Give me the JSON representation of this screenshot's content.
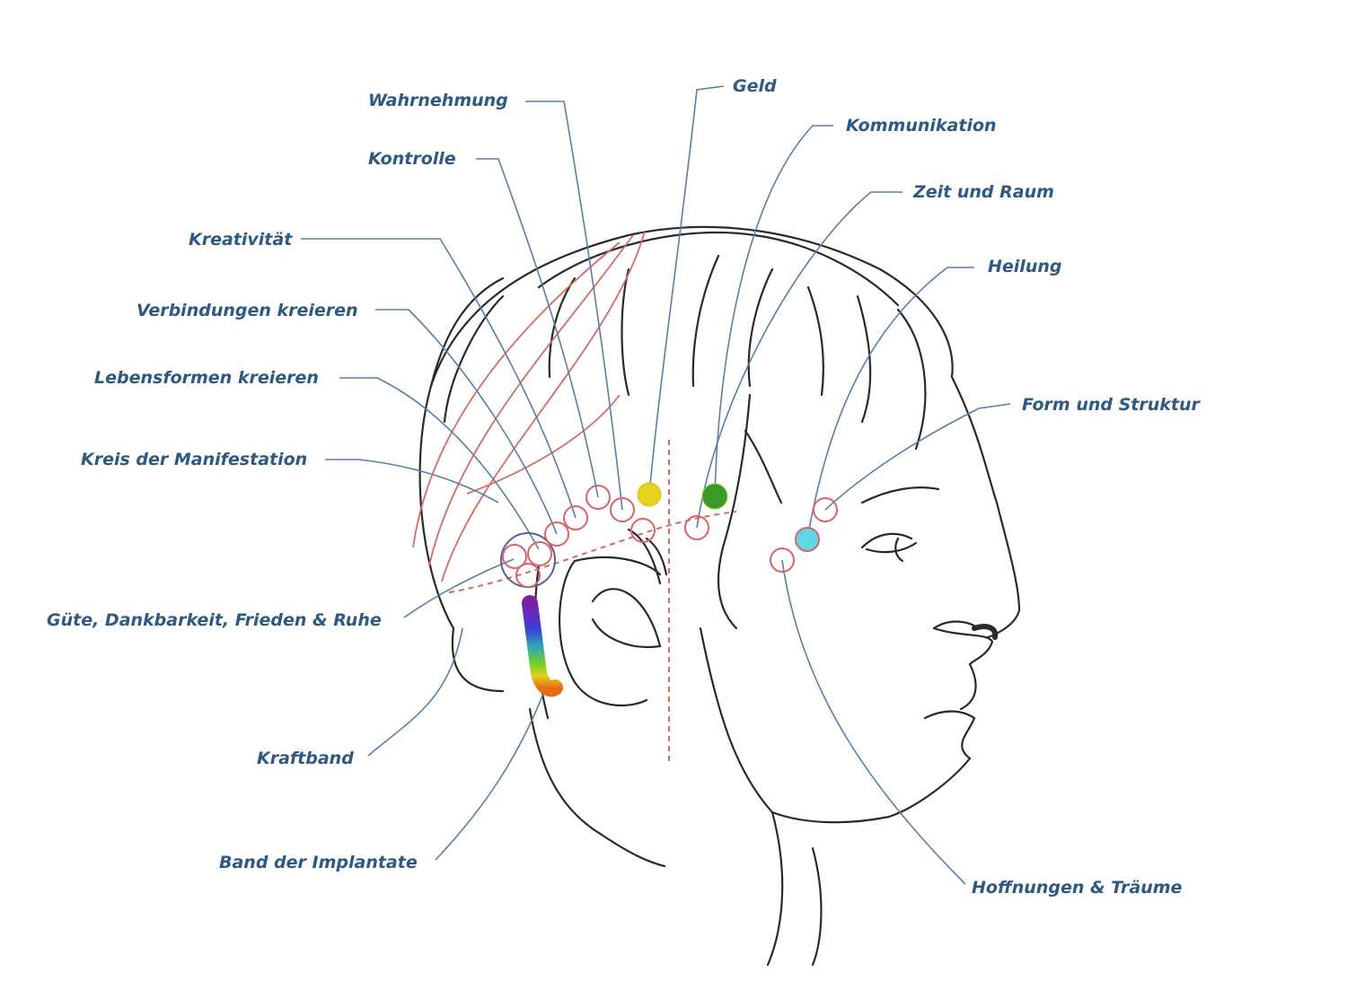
{
  "labels": {
    "wahrnehmung": "Wahrnehmung",
    "geld": "Geld",
    "kommunikation": "Kommunikation",
    "kontrolle": "Kontrolle",
    "zeit_und_raum": "Zeit und Raum",
    "kreativitaet": "Kreativität",
    "heilung": "Heilung",
    "verbindungen": "Verbindungen kreieren",
    "lebensformen": "Lebensformen kreieren",
    "form_und_struktur": "Form und Struktur",
    "kreis": "Kreis der Manifestation",
    "guete": "Güte, Dankbarkeit, Frieden & Ruhe",
    "kraftband": "Kraftband",
    "band_implantate": "Band der Implantate",
    "hoffnungen": "Hoffnungen & Träume"
  },
  "colors": {
    "label": "#2e5985",
    "geld_point": "#e6d21e",
    "kommunikation_point": "#3a9a2a",
    "heilung_point": "#5fd8e6",
    "point_outline": "#d9636b"
  }
}
